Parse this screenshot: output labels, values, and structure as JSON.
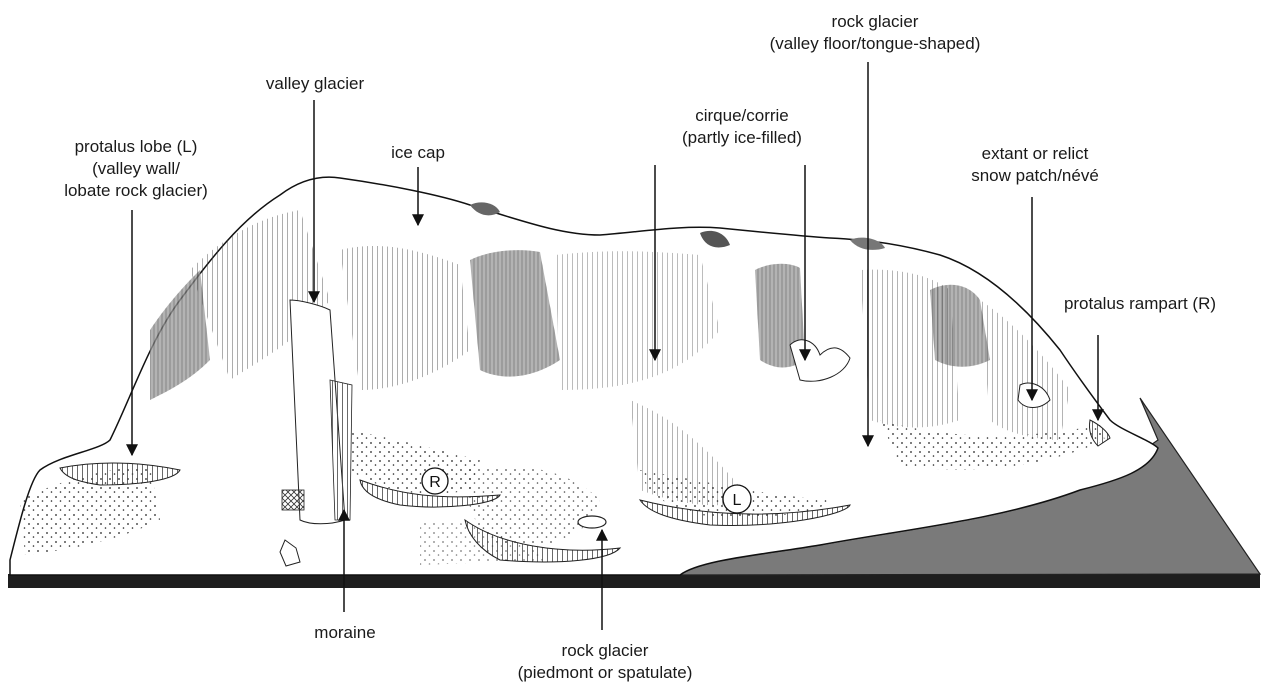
{
  "labels": {
    "protalus_lobe": [
      "protalus lobe (L)",
      "(valley wall/",
      "lobate rock glacier)"
    ],
    "valley_glacier": [
      "valley glacier"
    ],
    "ice_cap": [
      "ice cap"
    ],
    "cirque": [
      "cirque/corrie",
      "(partly ice-filled)"
    ],
    "rock_glacier_valley": [
      "rock glacier",
      "(valley floor/tongue-shaped)"
    ],
    "snow_patch": [
      "extant or relict",
      "snow patch/névé"
    ],
    "protalus_rampart": [
      "protalus rampart (R)"
    ],
    "moraine": [
      "moraine"
    ],
    "rock_glacier_piedmont": [
      "rock glacier",
      "(piedmont or spatulate)"
    ]
  },
  "markers": {
    "rampart": "R",
    "lobe": "L"
  },
  "colors": {
    "ink": "#1a1a1a",
    "shade": "#8c8c8c",
    "water": "#7a7a7a",
    "base": "#1e1e1e",
    "ice": "#ffffff"
  }
}
